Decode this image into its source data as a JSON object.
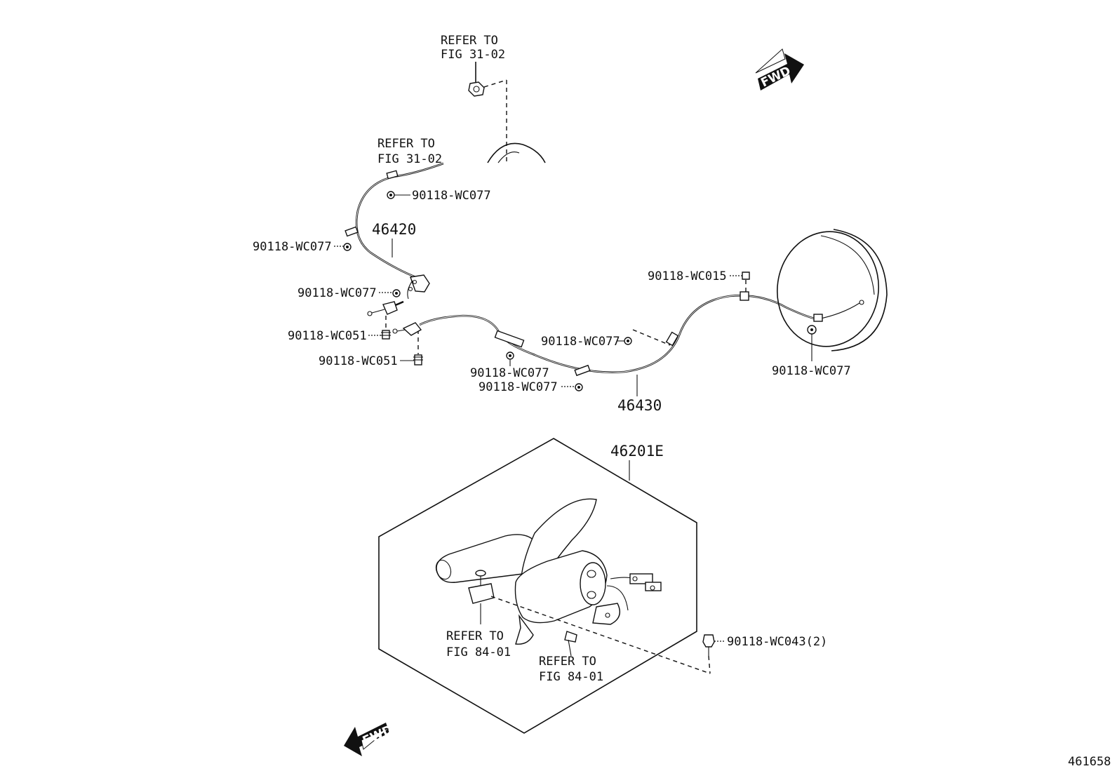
{
  "refs": {
    "top": [
      "REFER TO",
      "FIG 31-02"
    ],
    "left": [
      "REFER TO",
      "FIG 31-02"
    ],
    "lever_left": [
      "REFER TO",
      "FIG 84-01"
    ],
    "lever_mid": [
      "REFER TO",
      "FIG 84-01"
    ]
  },
  "parts": {
    "p46420": "46420",
    "p46430": "46430",
    "p46201E": "46201E"
  },
  "fasteners": {
    "wc077_a": "90118-WC077",
    "wc077_b": "90118-WC077",
    "wc077_c": "90118-WC077",
    "wc051_a": "90118-WC051",
    "wc051_b": "90118-WC051",
    "wc015": "90118-WC015",
    "wc077_d": "90118-WC077",
    "wc077_e": "90118-WC077",
    "wc077_f": "90118-WC077",
    "wc077_g": "90118-WC077",
    "wc043": "90118-WC043(2)"
  },
  "fwd_markers": [
    "FWD",
    "FWD"
  ],
  "diagram_id": "461658"
}
